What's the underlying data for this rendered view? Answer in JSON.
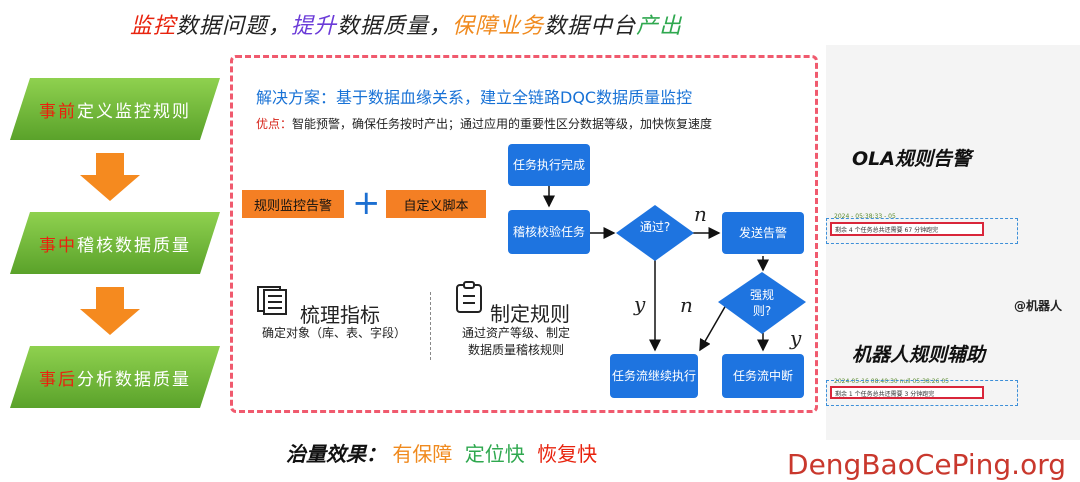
{
  "headline": {
    "parts": [
      {
        "text": "监控",
        "color": "#e8230e"
      },
      {
        "text": "数据问题，",
        "color": "#222222"
      },
      {
        "text": "提升",
        "color": "#6b3bd8"
      },
      {
        "text": "数据质量，",
        "color": "#222222"
      },
      {
        "text": "保障 ",
        "color": "#f08a1e"
      },
      {
        "text": "业务",
        "color": "#f08a1e"
      },
      {
        "text": "数据中台",
        "color": "#222222"
      },
      {
        "text": "产出",
        "color": "#2fa84f"
      }
    ]
  },
  "steps": [
    {
      "lead": "事前",
      "rest": "定义监控规则"
    },
    {
      "lead": "事中",
      "rest": "稽核数据质量"
    },
    {
      "lead": "事后",
      "rest": "分析数据质量"
    }
  ],
  "solution": {
    "title": "解决方案：基于数据血缘关系，建立全链路DQC数据质量监控",
    "adv_key": "优点：",
    "adv_text": "智能预警，确保任务按时产出；通过应用的重要性区分数据等级，加快恢复速度"
  },
  "tools": {
    "alert": "规则监控告警",
    "plus": "+",
    "script": "自定义脚本"
  },
  "metrics": {
    "m1_title": "梳理指标",
    "m1_sub": "确定对象（库、表、字段）",
    "m2_title": "制定规则",
    "m2_sub1": "通过资产等级、制定",
    "m2_sub2": "数据质量稽核规则"
  },
  "flow": {
    "task_done": "任务执行完成",
    "audit": "稽核校验任务",
    "pass_q": "通过?",
    "send_alert": "发送告警",
    "strong_q": "强规则?",
    "continue": "任务流继续执行",
    "interrupt": "任务流中断",
    "n1": "n",
    "n2": "n",
    "y1": "y",
    "y2": "y"
  },
  "effect": {
    "label": "治量效果：",
    "items": [
      {
        "text": "有保障",
        "color": "#f08a1e"
      },
      {
        "text": "定位快",
        "color": "#2fa84f"
      },
      {
        "text": "恢复快",
        "color": "#e8230e"
      }
    ]
  },
  "right": {
    "title1": "OLA规则告警",
    "msg1_meta": "2024 - 05:38:33 - 05",
    "msg1": "剩余 4 个任务总共还需要 67 分钟跑完",
    "bot_tag": "@机器人",
    "title2": "机器人规则辅助",
    "msg2_meta": "2024-05-16  08:40:30  null  05:38:26  05",
    "msg2": "剩余 1 个任务总共还需要 3 分钟跑完"
  },
  "watermark": "DengBaoCePing.org"
}
